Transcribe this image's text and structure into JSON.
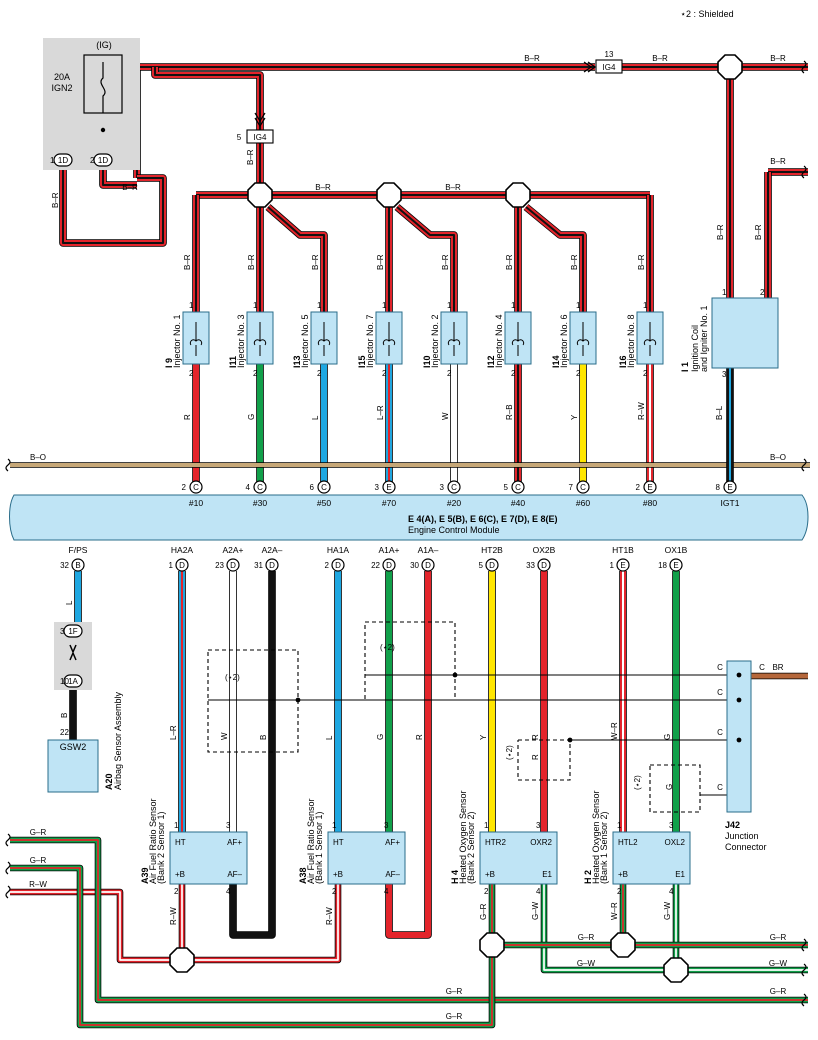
{
  "note": "⋆2 : Shielded",
  "colors": {
    "red": "#e3242b",
    "green": "#11a04a",
    "blue": "#1ea7e1",
    "yellow": "#ffe600",
    "white": "#ffffff",
    "black": "#111111",
    "brown": "#b5673b",
    "tan": "#c6a777",
    "module_fill": "#bfe4f5",
    "module_stroke": "#2a6d8a",
    "gray_box": "#d9d9d9"
  },
  "power": {
    "ig_label": "(IG)",
    "fuse_label_1": "20A",
    "fuse_label_2": "IGN2",
    "pin_1": "1",
    "pin_1_conn": "1D",
    "pin_2": "2",
    "pin_2_conn": "1D",
    "ig4_top_num": "13",
    "ig4_top": "IG4",
    "ig4_mid_num": "5",
    "ig4_mid": "IG4"
  },
  "wire_labels": {
    "br": "B–R",
    "bo": "B–O",
    "br2": "BR",
    "b": "B",
    "l": "L",
    "w": "W",
    "g": "G",
    "r": "R",
    "y": "Y",
    "lr": "L–R",
    "rw": "R–W",
    "gr": "G–R",
    "gw": "G–W",
    "wr": "W–R",
    "bl": "B–L",
    "rb": "R–B"
  },
  "injectors": [
    {
      "code": "I 9",
      "name": "Injector No. 1",
      "wire": "R",
      "pin": "2",
      "conn": "C",
      "signal": "#10"
    },
    {
      "code": "I11",
      "name": "Injector No. 3",
      "wire": "G",
      "pin": "4",
      "conn": "C",
      "signal": "#30"
    },
    {
      "code": "I13",
      "name": "Injector No. 5",
      "wire": "L",
      "pin": "6",
      "conn": "C",
      "signal": "#50"
    },
    {
      "code": "I15",
      "name": "Injector No. 7",
      "wire": "L–R",
      "pin": "3",
      "conn": "E",
      "signal": "#70"
    },
    {
      "code": "I10",
      "name": "Injector No. 2",
      "wire": "W",
      "pin": "3",
      "conn": "C",
      "signal": "#20"
    },
    {
      "code": "I12",
      "name": "Injector No. 4",
      "wire": "R–B",
      "pin": "5",
      "conn": "C",
      "signal": "#40"
    },
    {
      "code": "I14",
      "name": "Injector No. 6",
      "wire": "Y",
      "pin": "7",
      "conn": "C",
      "signal": "#60"
    },
    {
      "code": "I16",
      "name": "Injector No. 8",
      "wire": "R–W",
      "pin": "2",
      "conn": "E",
      "signal": "#80"
    }
  ],
  "ignition": {
    "code": "I 1",
    "name_1": "Ignition Coil",
    "name_2": "and Igniter No. 1",
    "pin1": "1",
    "pin2": "2",
    "pin3": "3",
    "wire": "B–L",
    "ecm_pin": "8",
    "ecm_conn": "E",
    "signal": "IGT1"
  },
  "ecm": {
    "title": "E 4(A), E 5(B), E 6(C), E 7(D), E 8(E)",
    "subtitle": "Engine Control Module"
  },
  "ecm_bottom": [
    {
      "signal": "F/PS",
      "pin": "32",
      "conn": "B"
    },
    {
      "signal": "HA2A",
      "pin": "1",
      "conn": "D"
    },
    {
      "signal": "A2A+",
      "pin": "23",
      "conn": "D"
    },
    {
      "signal": "A2A–",
      "pin": "31",
      "conn": "D"
    },
    {
      "signal": "HA1A",
      "pin": "2",
      "conn": "D"
    },
    {
      "signal": "A1A+",
      "pin": "22",
      "conn": "D"
    },
    {
      "signal": "A1A–",
      "pin": "30",
      "conn": "D"
    },
    {
      "signal": "HT2B",
      "pin": "5",
      "conn": "D"
    },
    {
      "signal": "OX2B",
      "pin": "33",
      "conn": "D"
    },
    {
      "signal": "HT1B",
      "pin": "1",
      "conn": "E"
    },
    {
      "signal": "OX1B",
      "pin": "18",
      "conn": "E"
    }
  ],
  "airbag": {
    "pin_a": "3",
    "conn_a": "1F",
    "pin_b": "10",
    "conn_b": "1A",
    "pin_c": "22",
    "box": "GSW2",
    "code": "A20",
    "name": "Airbag Sensor Assembly"
  },
  "sensors": [
    {
      "code": "A39",
      "name_1": "Air Fuel Ratio Sensor",
      "name_2": "(Bank 2 Sensor 1)",
      "tl": "HT",
      "tr": "AF+",
      "bl": "+B",
      "br": "AF–",
      "p_tl": "1",
      "p_tr": "3",
      "p_bl": "2",
      "p_br": "4"
    },
    {
      "code": "A38",
      "name_1": "Air Fuel Ratio Sensor",
      "name_2": "(Bank 1 Sensor 1)",
      "tl": "HT",
      "tr": "AF+",
      "bl": "+B",
      "br": "AF–",
      "p_tl": "1",
      "p_tr": "3",
      "p_bl": "2",
      "p_br": "4"
    },
    {
      "code": "H 4",
      "name_1": "Heated Oxygen Sensor",
      "name_2": "(Bank 2 Sensor 2)",
      "tl": "HTR2",
      "tr": "OXR2",
      "bl": "+B",
      "br": "E1",
      "p_tl": "1",
      "p_tr": "3",
      "p_bl": "2",
      "p_br": "4"
    },
    {
      "code": "H 2",
      "name_1": "Heated Oxygen Sensor",
      "name_2": "(Bank 1 Sensor 2)",
      "tl": "HTL2",
      "tr": "OXL2",
      "bl": "+B",
      "br": "E1",
      "p_tl": "1",
      "p_tr": "3",
      "p_bl": "2",
      "p_br": "4"
    }
  ],
  "junction": {
    "code": "J42",
    "name_1": "Junction",
    "name_2": "Connector",
    "pin": "C"
  },
  "shield_tag": "(⋆2)"
}
